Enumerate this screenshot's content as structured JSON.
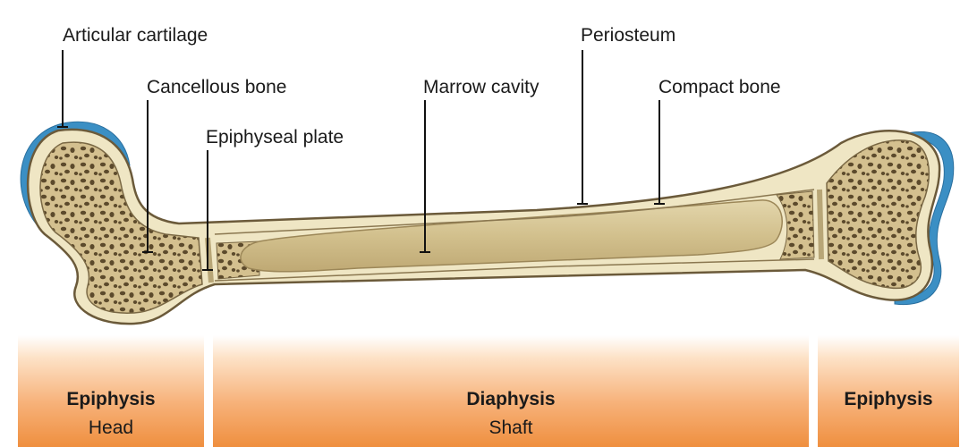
{
  "labels": {
    "articular_cartilage": "Articular cartilage",
    "cancellous_bone": "Cancellous bone",
    "epiphyseal_plate": "Epiphyseal plate",
    "marrow_cavity": "Marrow cavity",
    "periosteum": "Periosteum",
    "compact_bone": "Compact bone"
  },
  "regions": {
    "left": {
      "title": "Epiphysis",
      "subtitle": "Head"
    },
    "middle": {
      "title": "Diaphysis",
      "subtitle": "Shaft"
    },
    "right": {
      "title": "Epiphysis"
    }
  },
  "colors": {
    "bone_outline": "#6b5a3a",
    "compact_bone": "#efe6c4",
    "cancellous_fill": "#c9b483",
    "cancellous_pores": "#5c4a2c",
    "marrow": "#d9c99a",
    "cartilage": "#3b8fc4",
    "band_gradient_bottom": "#ef8f3f"
  }
}
